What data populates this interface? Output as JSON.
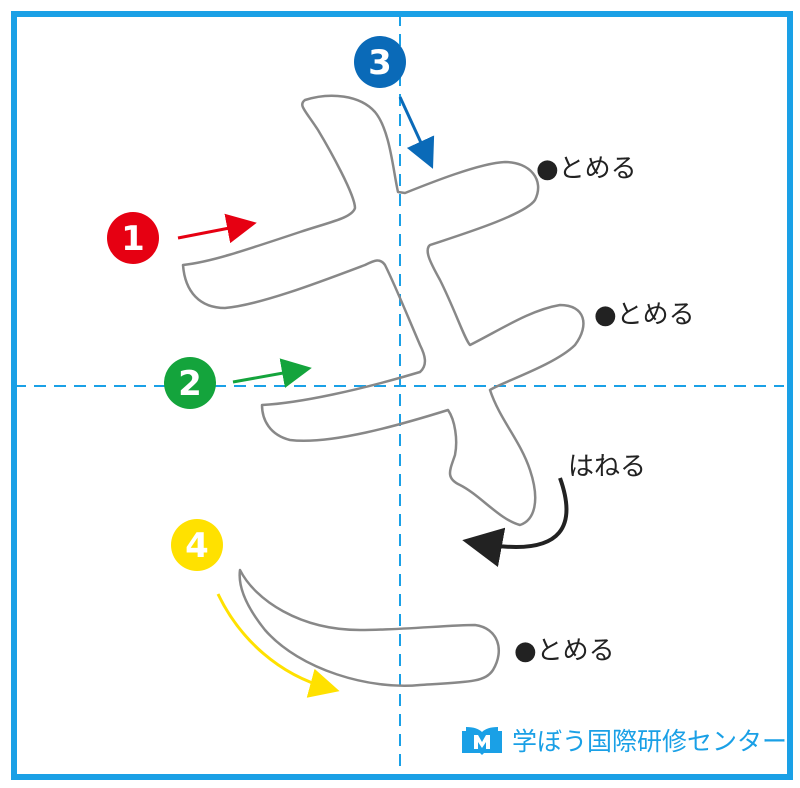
{
  "character": "き",
  "strokes": [
    {
      "number": "1",
      "color": "#e60012"
    },
    {
      "number": "2",
      "color": "#14a43c"
    },
    {
      "number": "3",
      "color": "#0a6ab8"
    },
    {
      "number": "4",
      "color": "#ffe100"
    }
  ],
  "annotations": {
    "tome_1": "●とめる",
    "tome_2": "●とめる",
    "hane": "はねる",
    "tome_4": "●とめる"
  },
  "logo": {
    "text": "学ぼう国際研修センター",
    "icon": "book-icon"
  },
  "colors": {
    "frame": "#1aa0e6",
    "guide": "#1aa0e6",
    "outline": "#888888"
  }
}
